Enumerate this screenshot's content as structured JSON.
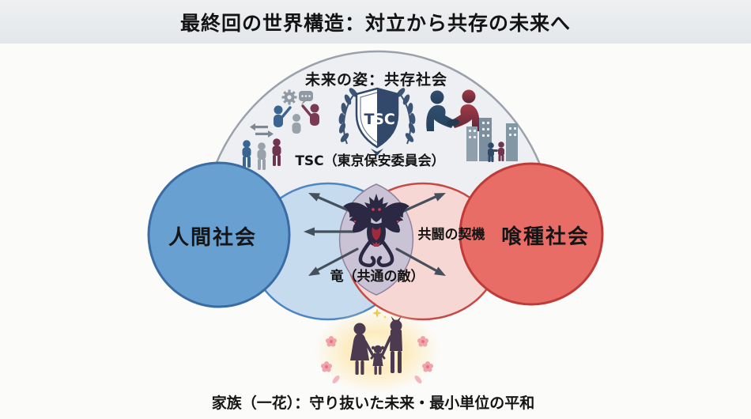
{
  "header": {
    "title": "最終回の世界構造：対立から共存の未来へ"
  },
  "dome": {
    "title": "未来の姿：共存社会",
    "tsc_caption": "TSC（東京保安委員会）",
    "emblem": {
      "left_letter": "T",
      "right_letters": "SC"
    }
  },
  "venn": {
    "human_label": "人間社会",
    "ghoul_label": "喰種社会",
    "joint_trigger_label": "共闘の契機",
    "dragon_label": "竜（共通の敵）"
  },
  "family": {
    "caption": "家族（一花）：守り抜いた未来・最小単位の平和"
  },
  "icons": [
    "gear-icon",
    "speech-bubble-icon",
    "discussion-people-icon",
    "exchange-arrows-icon",
    "community-group-icon",
    "tsc-shield-emblem",
    "laurel-wreath-icon",
    "handshake-icon",
    "city-cooperation-icon",
    "dragon-icon",
    "outward-arrows",
    "family-icon",
    "flower-wreath-icon",
    "sparkle-icon"
  ],
  "colors": {
    "title_band": "#e8eaed",
    "background": "#fbfbfa",
    "dome_fill": "#edeff2",
    "dome_border": "#9aa1ab",
    "human_circle": "#68a0d2",
    "human_circle_border": "#3a6ba3",
    "human_light_circle": "#c6dbee",
    "human_light_border": "#4d86c0",
    "ghoul_circle": "#e86d67",
    "ghoul_circle_border": "#bf3b38",
    "ghoul_light_circle": "#f6d7d4",
    "ghoul_light_border": "#c64946",
    "lens_fill": "#c9c3d5",
    "dragon_body": "#2b2844",
    "dragon_accent": "#a62b3c",
    "arrow": "#45505c",
    "emblem_navy": "#32496b",
    "icon_blue": "#3a6590",
    "icon_gray": "#98a2ab",
    "icon_maroon": "#7a3a53",
    "family_glow": "#fce8b9",
    "family_figure": "#4c3a50",
    "flower_pink": "#efa3ab",
    "text": "#141414"
  }
}
